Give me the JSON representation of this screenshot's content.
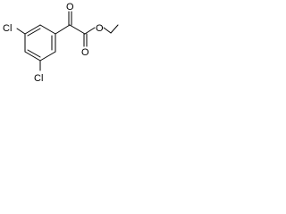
{
  "molecule": {
    "atoms": {
      "cl_top": "Cl",
      "cl_bottom": "Cl",
      "o_ketone": "O",
      "o_ester_carbonyl": "O",
      "o_ester": "O"
    }
  }
}
